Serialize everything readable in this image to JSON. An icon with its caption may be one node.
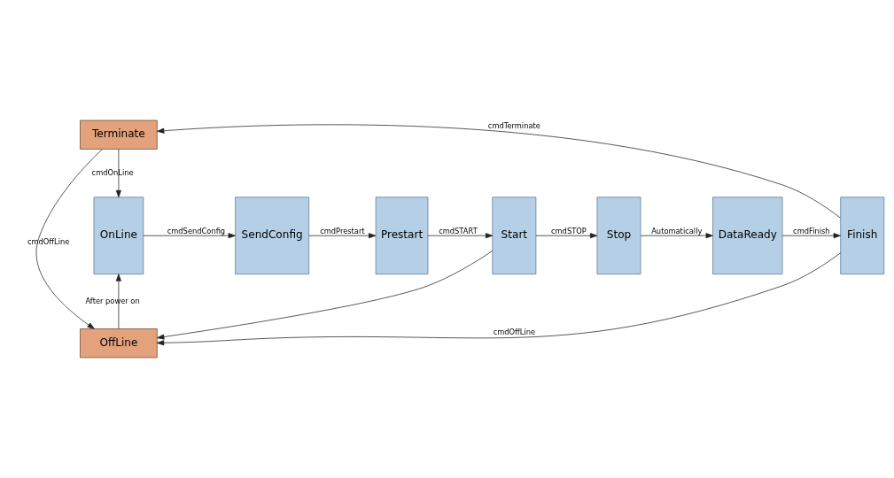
{
  "diagram": {
    "nodes": [
      {
        "text": [
          "Terminate"
        ]
      },
      {
        "text": [
          "OnLine"
        ]
      },
      {
        "text": [
          "SendConfig"
        ]
      },
      {
        "text": [
          "Prestart"
        ]
      },
      {
        "text": [
          "Start"
        ]
      },
      {
        "text": [
          "Stop"
        ]
      },
      {
        "text": [
          "DataReady"
        ]
      },
      {
        "text": [
          "Finish"
        ]
      },
      {
        "text": [
          "OffLine"
        ]
      }
    ],
    "edges": [
      {
        "from": 0,
        "to": 1,
        "arrow": "to",
        "label": "cmdOnLine"
      },
      {
        "from": 7,
        "to": 0,
        "arrow": "to",
        "label": "cmdTerminate"
      },
      {
        "from": 0,
        "to": 8,
        "arrow": "to",
        "label": "cmdOffLine"
      },
      {
        "from": 4,
        "to": 8,
        "arrow": "to"
      },
      {
        "from": 1,
        "to": 2,
        "arrow": "to",
        "label": "cmdSendConfig"
      },
      {
        "from": 2,
        "to": 3,
        "arrow": "to",
        "label": "cmdPrestart"
      },
      {
        "from": 3,
        "to": 4,
        "arrow": "to",
        "label": "cmdSTART"
      },
      {
        "from": 4,
        "to": 5,
        "arrow": "to",
        "label": "cmdSTOP"
      },
      {
        "from": 5,
        "to": 6,
        "arrow": "to",
        "label": "Automatically"
      },
      {
        "from": 6,
        "to": 7,
        "arrow": "to",
        "label": "cmdFinish"
      },
      {
        "from": 7,
        "to": 8,
        "arrow": "to",
        "label": "cmdOffLine"
      },
      {
        "from": 8,
        "to": 1,
        "arrow": "to",
        "label": "After power on"
      }
    ]
  }
}
